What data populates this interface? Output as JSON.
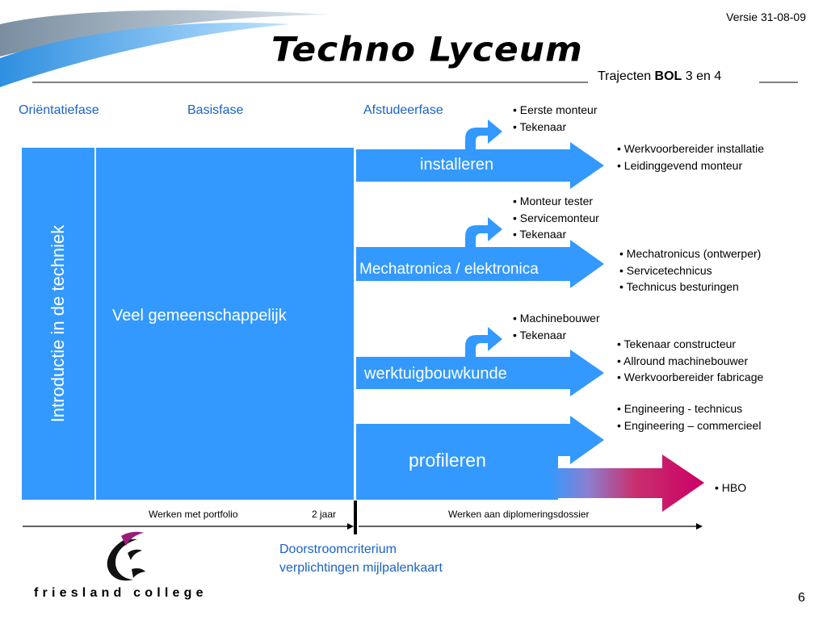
{
  "header": {
    "version": "Versie 31-08-09",
    "logo_text": "Techno Lyceum",
    "subtitle_prefix": "Trajecten ",
    "subtitle_bold": "BOL",
    "subtitle_suffix": " 3 en 4"
  },
  "phases": [
    "Oriëntatiefase",
    "Basisfase",
    "Afstudeerfase"
  ],
  "blocks": {
    "intro": "Introductie in de techniek",
    "common": "Veel gemeenschappelijk"
  },
  "tracks": [
    {
      "label": "installeren"
    },
    {
      "label": "Mechatronica / elektronica"
    },
    {
      "label": "werktuigbouwkunde"
    },
    {
      "label": "profileren"
    }
  ],
  "side_lists": [
    [
      "• Eerste monteur",
      "• Tekenaar"
    ],
    [
      "• Monteur tester",
      "• Servicemonteur",
      "• Tekenaar"
    ],
    [
      "• Machinebouwer",
      "• Tekenaar"
    ]
  ],
  "outcome_lists": [
    [
      "• Werkvoorbereider installatie",
      "• Leidinggevend monteur"
    ],
    [
      "• Mechatronicus (ontwerper)",
      "• Servicetechnicus",
      "• Technicus besturingen"
    ],
    [
      "• Tekenaar constructeur",
      "• Allround machinebouwer",
      "• Werkvoorbereider fabricage"
    ],
    [
      "• Engineering - technicus",
      "• Engineering – commercieel"
    ],
    [
      "• HBO"
    ]
  ],
  "timeline": {
    "left_label": "Werken met portfolio",
    "middle_label": "2 jaar",
    "right_label": "Werken aan diplomeringsdossier"
  },
  "criterion": {
    "line1": "Doorstroomcriterium",
    "line2": "verplichtingen mijlpalenkaart"
  },
  "footer": {
    "college_name": "friesland college",
    "page_number": "6"
  },
  "colors": {
    "blue": "#3399ff",
    "phase_text": "#1a62c8",
    "hbo_arrow": "#cc0066"
  }
}
